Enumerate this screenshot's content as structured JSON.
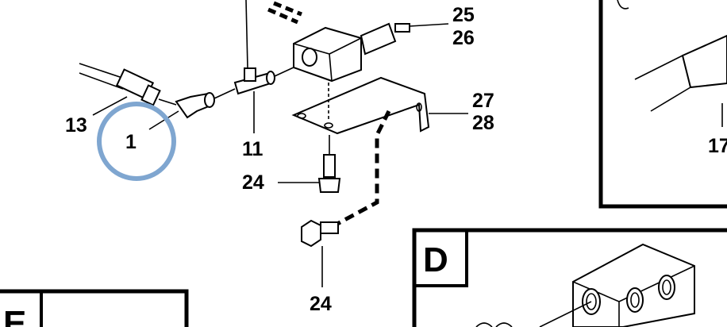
{
  "callouts": {
    "c25": "25",
    "c26": "26",
    "c27": "27",
    "c28": "28",
    "c13": "13",
    "c1": "1",
    "c11": "11",
    "c24a": "24",
    "c24b": "24",
    "c17": "17"
  },
  "views": {
    "d": "D",
    "e": "E"
  },
  "highlight_color": "#7fa6d0"
}
